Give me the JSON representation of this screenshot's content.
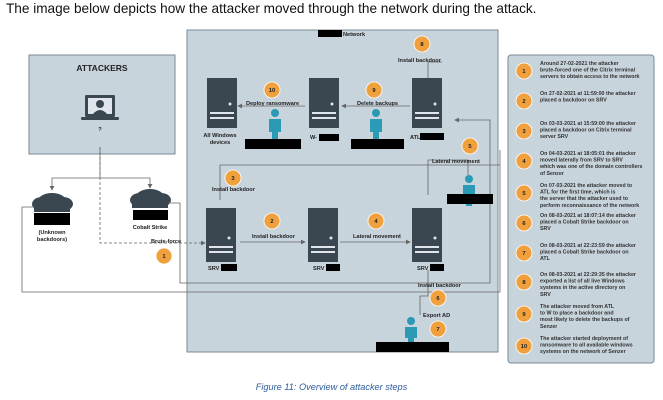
{
  "heading": "The image below depicts how the attacker moved through the network during the attack.",
  "caption": "Figure 11: Overview of attacker steps",
  "attackers_box": {
    "title": "ATTACKERS",
    "laptop_label": "?"
  },
  "clouds": {
    "unknown": "(Unknown backdoors)",
    "cobalt": "Cobalt Strike"
  },
  "network_label": "Network",
  "servers": {
    "all_windows": "All Windows devices",
    "w": "W-",
    "atl": "ATL",
    "srv_left": "SRV",
    "srv_mid": "SRV",
    "srv_right": "SRV"
  },
  "edge_labels": {
    "install_backdoor_top": "Install backdoor",
    "deploy_ransomware": "Deploy ransomware",
    "delete_backups": "Delete backups",
    "lateral_movement_right": "Lateral movement",
    "install_backdoor_left": "Install backdoor",
    "install_backdoor_mid": "Install backdoor",
    "lateral_movement_mid": "Lateral movement",
    "brute_force": "Brute-force",
    "install_backdoor_bottom": "Install backdoor",
    "export_ad": "Export AD"
  },
  "diagram_steps": [
    "1",
    "2",
    "3",
    "4",
    "5",
    "6",
    "7",
    "8",
    "9",
    "10"
  ],
  "steps": [
    {
      "num": "1",
      "lines": [
        "Around 27-02-2021 the attacker",
        "brute-forced one of the Citrix terminal",
        "servers to obtain access to the network"
      ]
    },
    {
      "num": "2",
      "lines": [
        "On 27-02-2021 at 11:59:00 the attacker",
        "placed a backdoor on SRV"
      ]
    },
    {
      "num": "3",
      "lines": [
        "On 03-03-2021 at 15:59:00 the attacker",
        "placed a backdoor on Citrix terminal",
        "server SRV"
      ]
    },
    {
      "num": "4",
      "lines": [
        "On 04-03-2021 at 18:05:01 the attacker",
        "moved laterally from SRV      to SRV",
        "which was one of the domain controllers",
        "of Senzer"
      ]
    },
    {
      "num": "5",
      "lines": [
        "On 07-03-2021 the attacker moved to",
        "ATL          for the first time, which is",
        "the server that the attacker used to",
        "perform reconnaissance of the network"
      ]
    },
    {
      "num": "6",
      "lines": [
        "On 08-03-2021 at 18:07:14 the attacker",
        "placed a Cobalt Strike backdoor on",
        "SRV"
      ]
    },
    {
      "num": "7",
      "lines": [
        "On 08-03-2021 at 22:23:59 the attacker",
        "placed a Cobalt Strike backdoor on",
        "ATL"
      ]
    },
    {
      "num": "8",
      "lines": [
        "On 08-03-2021 at 22:29:35 the attacker",
        "exported a list of all live Windows",
        "systems in the active directory on",
        "SRV"
      ]
    },
    {
      "num": "9",
      "lines": [
        "The attacker moved from ATL",
        "to W          to place a backdoor and",
        "most likely to delete the backups of",
        "Senzer"
      ]
    },
    {
      "num": "10",
      "lines": [
        "The attacker started deployment of",
        "ransomware to all available windows",
        "systems on the network of Senzer"
      ]
    }
  ],
  "colors": {
    "panel": "#c8d4dc",
    "panel_border": "#7a8a96",
    "server": "#3a4750",
    "badge": "#f0a03c",
    "person": "#2a9ab5",
    "redaction": "#000000",
    "caption": "#2e5d9e"
  }
}
